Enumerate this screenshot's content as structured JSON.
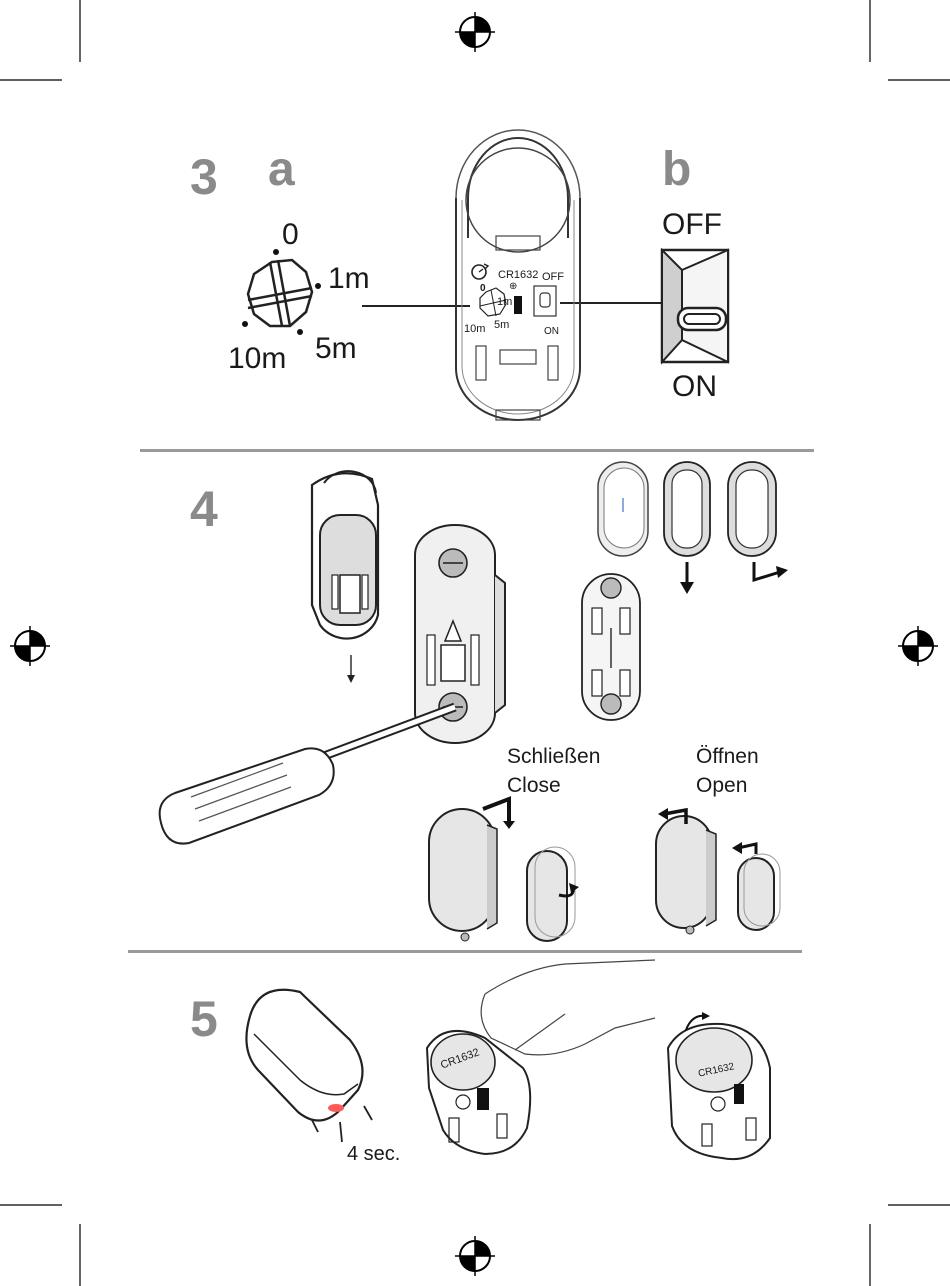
{
  "steps": {
    "step3": {
      "number": "3",
      "sub_a": "a",
      "sub_b": "b"
    },
    "step4": {
      "number": "4"
    },
    "step5": {
      "number": "5"
    }
  },
  "dial": {
    "label_0": "0",
    "label_1m": "1m",
    "label_5m": "5m",
    "label_10m": "10m"
  },
  "board": {
    "battery": "CR1632",
    "plus": "⊕",
    "off": "OFF",
    "on": "ON",
    "dial_0": "0",
    "dial_1m": "1m",
    "dial_5m": "5m",
    "dial_10m": "10m"
  },
  "switch": {
    "off_label": "OFF",
    "on_label": "ON"
  },
  "close_open": {
    "close_de": "Schließen",
    "close_en": "Close",
    "open_de": "Öffnen",
    "open_en": "Open"
  },
  "step5_text": {
    "duration": "4 sec.",
    "battery_left": "CR1632",
    "battery_right": "CR1632"
  },
  "icons": [
    "registration-mark-icon",
    "crop-mark-icon",
    "timer-icon",
    "screwdriver-icon",
    "down-arrow-icon",
    "led-icon"
  ],
  "colors": {
    "step_gray": "#8a8a8a",
    "rule_gray": "#9a9a9a",
    "led_red": "#ff5a5a"
  }
}
